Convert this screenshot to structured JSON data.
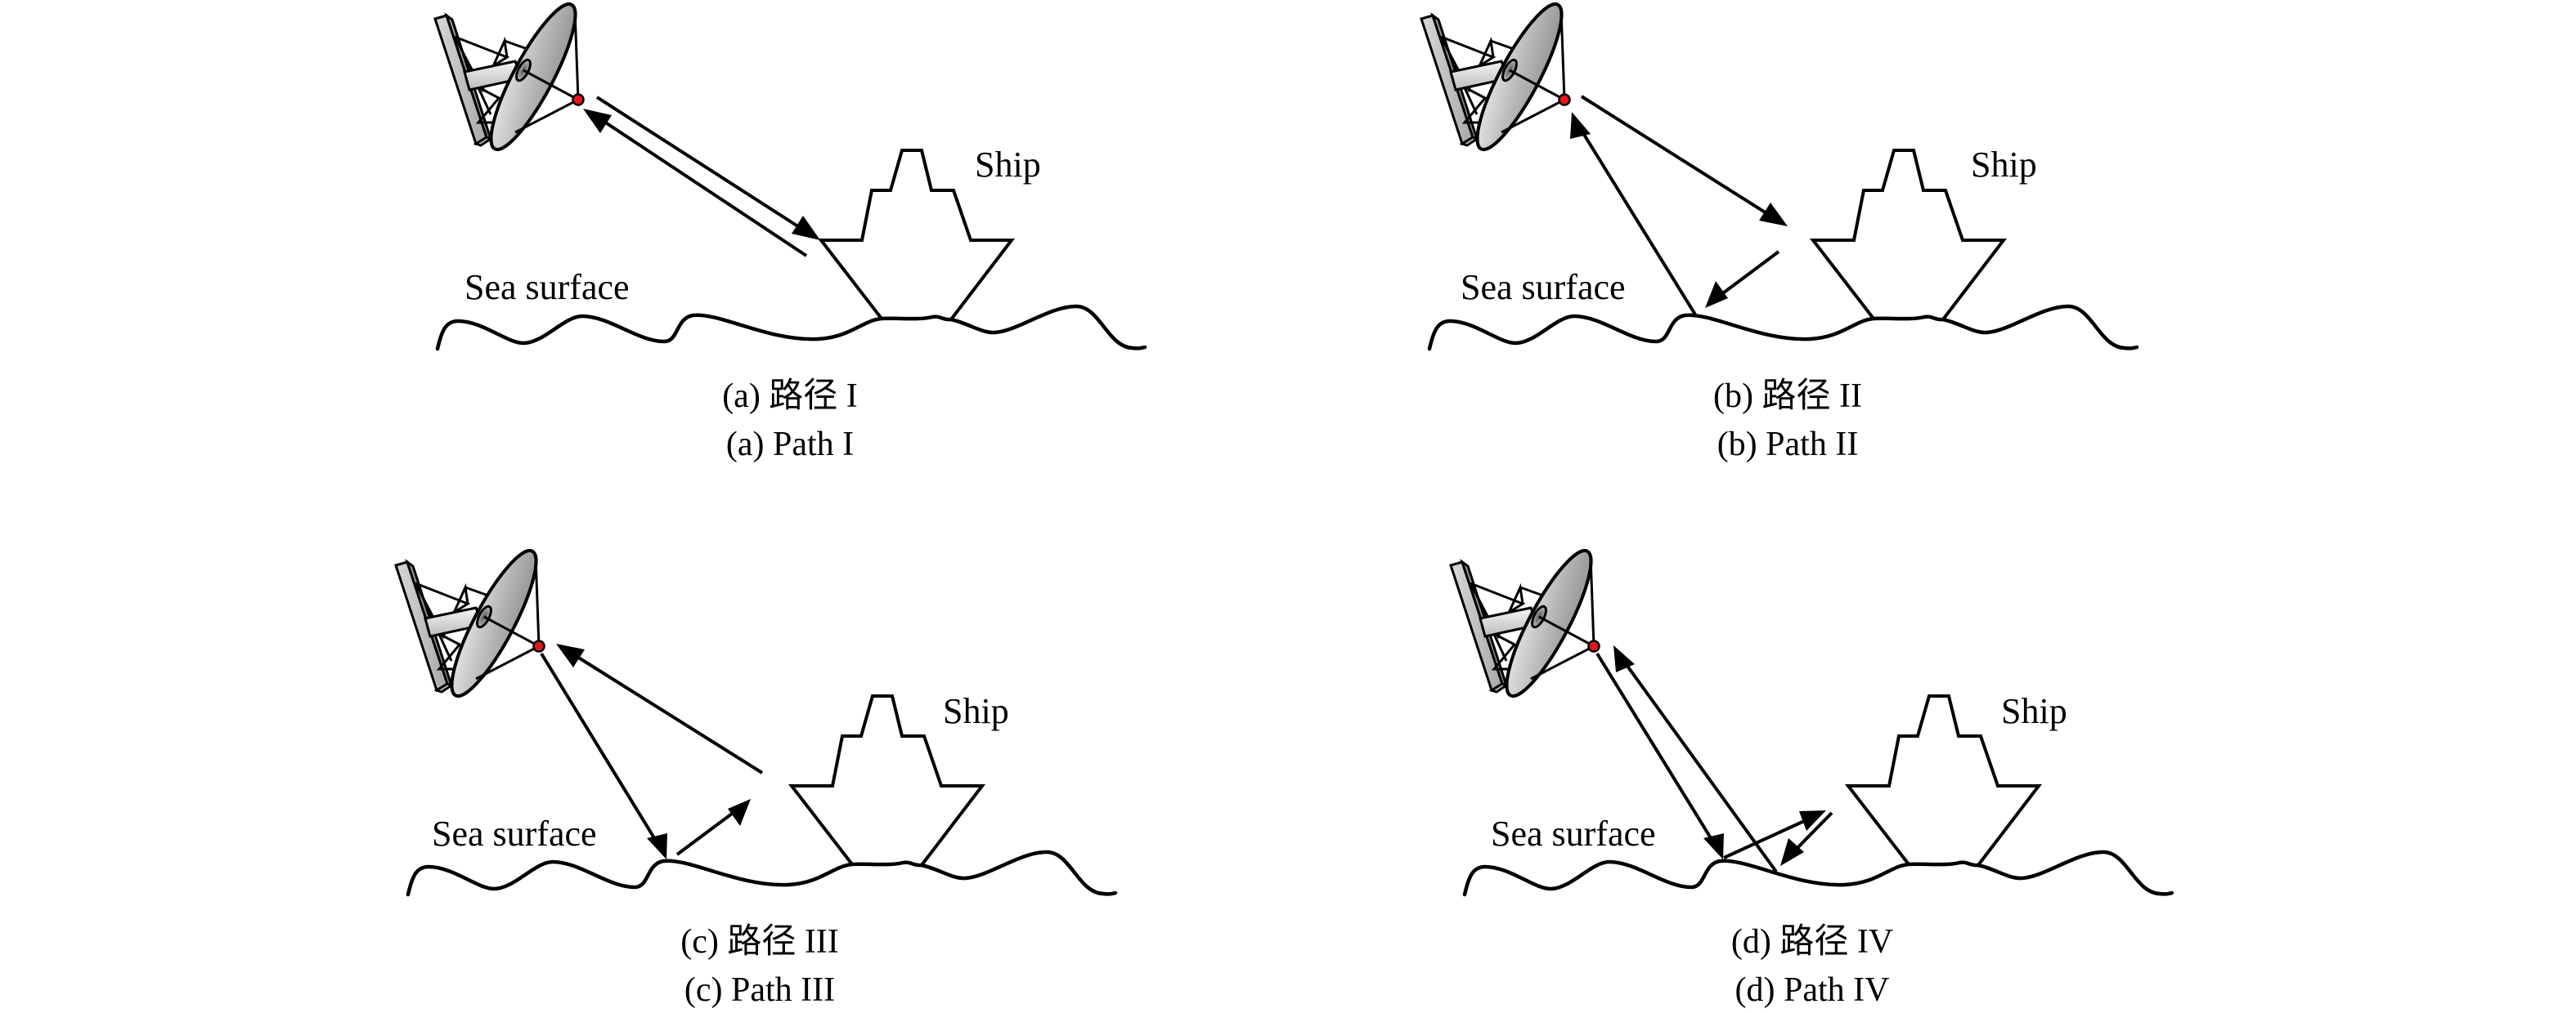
{
  "figure": {
    "description": "Four multipath propagation paths between a radar antenna and a ship over the sea surface",
    "colors": {
      "line": "#000000",
      "feed_point": "#e8141e",
      "antenna_light": "#e4e4e4",
      "antenna_dark": "#8c8c8c",
      "background": "#ffffff"
    },
    "labels": {
      "ship": "Ship",
      "sea": "Sea surface"
    },
    "panels": [
      {
        "id": "a",
        "caption_cn": "(a) 路径 I",
        "caption_en": "(a) Path I",
        "path_sequence": [
          "antenna",
          "ship",
          "antenna"
        ]
      },
      {
        "id": "b",
        "caption_cn": "(b) 路径 II",
        "caption_en": "(b) Path II",
        "path_sequence": [
          "antenna",
          "ship",
          "sea",
          "antenna"
        ]
      },
      {
        "id": "c",
        "caption_cn": "(c) 路径 III",
        "caption_en": "(c) Path III",
        "path_sequence": [
          "antenna",
          "sea",
          "ship",
          "antenna"
        ]
      },
      {
        "id": "d",
        "caption_cn": "(d) 路径 IV",
        "caption_en": "(d) Path IV",
        "path_sequence": [
          "antenna",
          "sea",
          "ship",
          "sea",
          "antenna"
        ]
      }
    ]
  }
}
